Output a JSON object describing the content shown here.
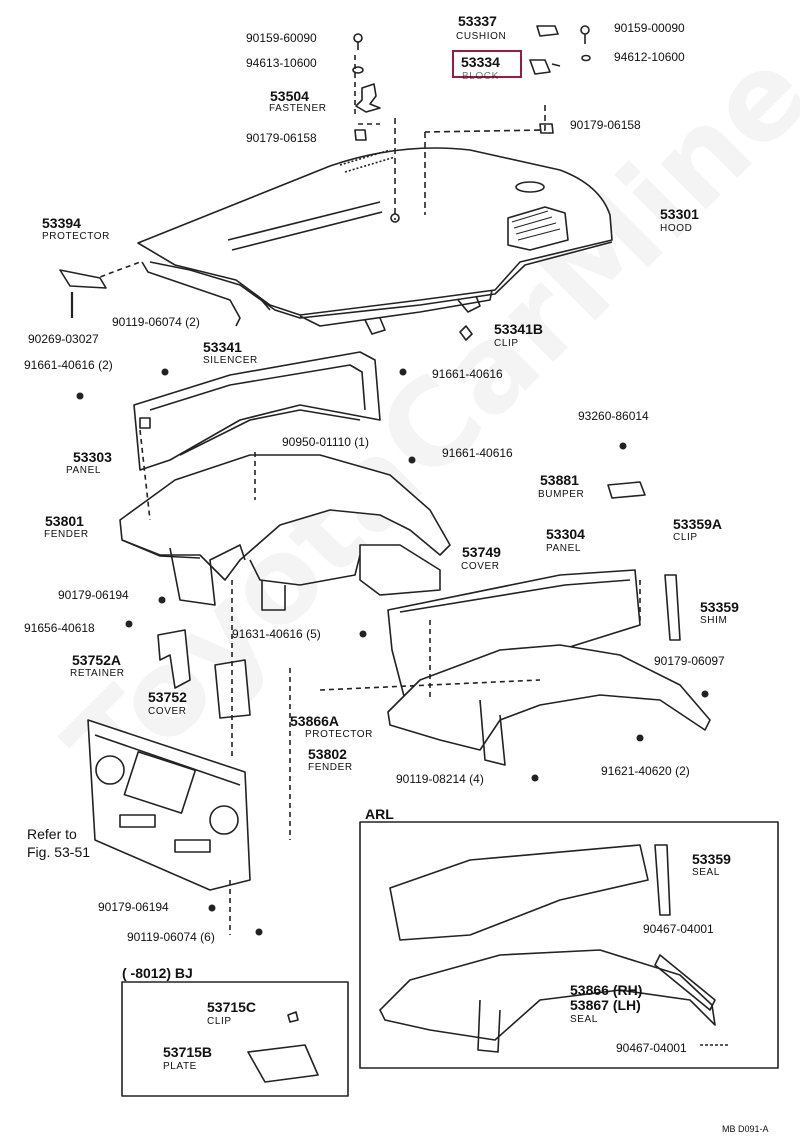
{
  "watermark": "ToyotaCarMine.ru",
  "figure_code": "MB D091-A",
  "highlight_color": "#9b1b3a",
  "insets": {
    "arl": {
      "title": "ARL"
    },
    "bj": {
      "title": "(      -8012)  BJ"
    }
  },
  "labels": {
    "p53337": {
      "num": "53337",
      "name": "CUSHION"
    },
    "p90159_00090": {
      "num": "90159-00090"
    },
    "p90159_60090": {
      "num": "90159-60090"
    },
    "p94613_10600": {
      "num": "94613-10600"
    },
    "p53334": {
      "num": "53334",
      "name": "BLOCK"
    },
    "p94612_10600": {
      "num": "94612-10600"
    },
    "p53504": {
      "num": "53504",
      "name": "FASTENER"
    },
    "p90179_06158a": {
      "num": "90179-06158"
    },
    "p90179_06158b": {
      "num": "90179-06158"
    },
    "p53394": {
      "num": "53394",
      "name": "PROTECTOR"
    },
    "p53301": {
      "num": "53301",
      "name": "HOOD"
    },
    "p90269_03027": {
      "num": "90269-03027"
    },
    "p90119_06074a": {
      "num": "90119-06074 (2)"
    },
    "p53341": {
      "num": "53341",
      "name": "SILENCER"
    },
    "p53341b": {
      "num": "53341B",
      "name": "CLIP"
    },
    "p91661_40616a": {
      "num": "91661-40616 (2)"
    },
    "p91661_40616b": {
      "num": "91661-40616"
    },
    "p93260_86014": {
      "num": "93260-86014"
    },
    "p90950_01110": {
      "num": "90950-01110 (1)"
    },
    "p91661_40616c": {
      "num": "91661-40616"
    },
    "p53303": {
      "num": "53303",
      "name": "PANEL"
    },
    "p53881": {
      "num": "53881",
      "name": "BUMPER"
    },
    "p53801": {
      "num": "53801",
      "name": "FENDER"
    },
    "p53304": {
      "num": "53304",
      "name": "PANEL"
    },
    "p53359a": {
      "num": "53359A",
      "name": "CLIP"
    },
    "p53749": {
      "num": "53749",
      "name": "COVER"
    },
    "p90179_06194a": {
      "num": "90179-06194"
    },
    "p53359": {
      "num": "53359",
      "name": "SHIM"
    },
    "p91656_40618": {
      "num": "91656-40618"
    },
    "p91631_40616": {
      "num": "91631-40616 (5)"
    },
    "p53752a": {
      "num": "53752A",
      "name": "RETAINER"
    },
    "p90179_06097": {
      "num": "90179-06097"
    },
    "p53752": {
      "num": "53752",
      "name": "COVER"
    },
    "p53866a": {
      "num": "53866A",
      "name": "PROTECTOR"
    },
    "p53802": {
      "num": "53802",
      "name": "FENDER"
    },
    "p90119_08214": {
      "num": "90119-08214 (4)"
    },
    "p91621_40620": {
      "num": "91621-40620 (2)"
    },
    "refer": {
      "line1": "Refer to",
      "line2": "Fig. 53-51"
    },
    "p90179_06194b": {
      "num": "90179-06194"
    },
    "p90119_06074b": {
      "num": "90119-06074 (6)"
    },
    "p53359_seal": {
      "num": "53359",
      "name": "SEAL"
    },
    "p90467_04001a": {
      "num": "90467-04001"
    },
    "p53866": {
      "num": "53866 (RH)"
    },
    "p53867": {
      "num": "53867 (LH)",
      "name": "SEAL"
    },
    "p90467_04001b": {
      "num": "90467-04001"
    },
    "p53715c": {
      "num": "53715C",
      "name": "CLIP"
    },
    "p53715b": {
      "num": "53715B",
      "name": "PLATE"
    }
  }
}
